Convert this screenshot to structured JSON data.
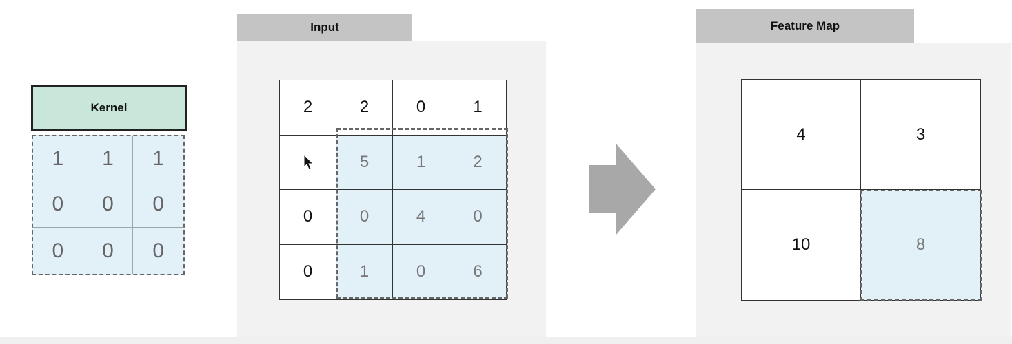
{
  "kernel": {
    "title": "Kernel",
    "values": [
      [
        "1",
        "1",
        "1"
      ],
      [
        "0",
        "0",
        "0"
      ],
      [
        "0",
        "0",
        "0"
      ]
    ]
  },
  "input": {
    "title": "Input",
    "values": [
      [
        "2",
        "2",
        "0",
        "1"
      ],
      [
        "",
        "5",
        "1",
        "2"
      ],
      [
        "0",
        "0",
        "4",
        "0"
      ],
      [
        "0",
        "1",
        "0",
        "6"
      ]
    ],
    "highlight_rows": [
      1,
      3
    ],
    "highlight_cols": [
      1,
      3
    ]
  },
  "feature_map": {
    "title": "Feature Map",
    "values": [
      [
        "4",
        "3"
      ],
      [
        "10",
        "8"
      ]
    ],
    "highlight_cell": [
      1,
      1
    ]
  },
  "icons": {
    "cursor": "mouse-pointer-icon",
    "arrow": "arrow-right-icon"
  },
  "colors": {
    "kernel_header": "#c9e6da",
    "highlight": "#e2f0f8",
    "panel_bg": "#f2f2f2",
    "tab_bg": "#c4c4c4",
    "arrow": "#a8a8a8"
  }
}
